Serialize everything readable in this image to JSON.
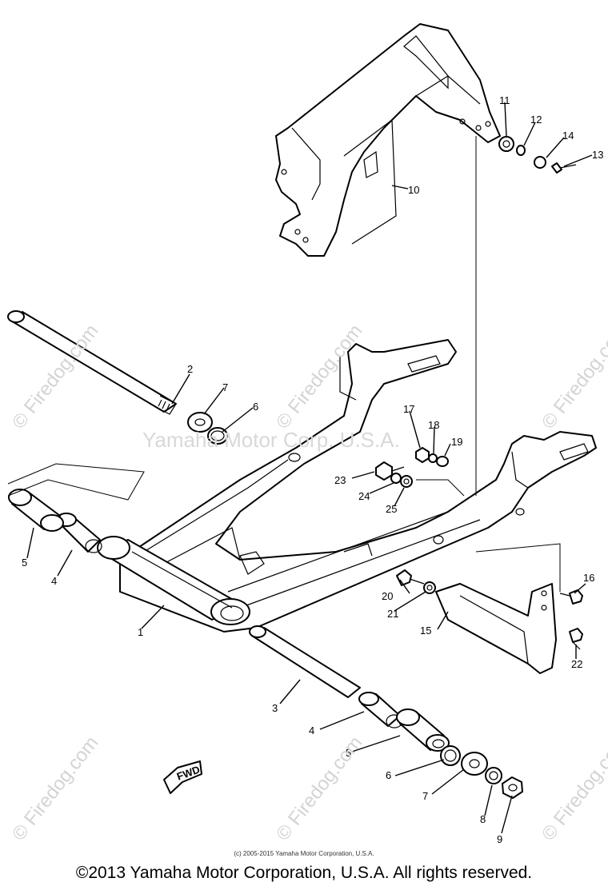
{
  "watermark": {
    "brand": "© Firedog.com",
    "center": "Yamaha Motor Corp. U.S.A."
  },
  "copyright_small": "(c) 2005-2015 Yamaha Motor Corporation, U.S.A.",
  "copyright_footer": "©2013 Yamaha Motor Corporation, U.S.A. All rights reserved.",
  "fwd_label": "FWD",
  "part_numbers": {
    "p1": "1",
    "p2": "2",
    "p3": "3",
    "p4a": "4",
    "p4b": "4",
    "p5a": "5",
    "p5b": "5",
    "p6a": "6",
    "p6b": "6",
    "p7a": "7",
    "p7b": "7",
    "p8": "8",
    "p9": "9",
    "p10": "10",
    "p11": "11",
    "p12": "12",
    "p13": "13",
    "p14": "14",
    "p15": "15",
    "p16": "16",
    "p17": "17",
    "p18": "18",
    "p19": "19",
    "p20": "20",
    "p21": "21",
    "p22": "22",
    "p23": "23",
    "p24": "24",
    "p25": "25"
  }
}
